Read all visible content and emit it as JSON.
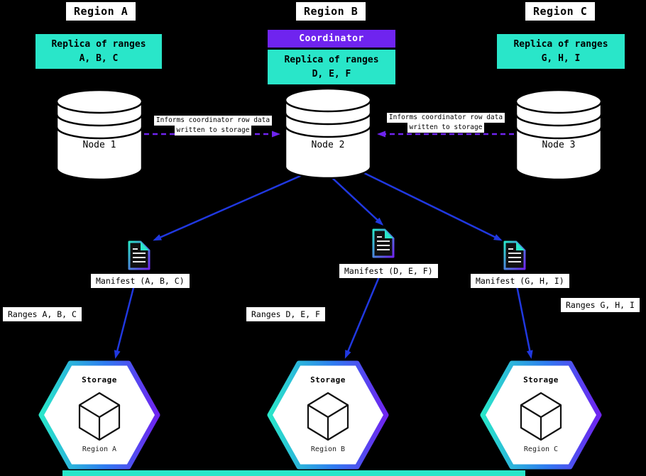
{
  "colors": {
    "background": "#000000",
    "cyan": "#29e6c9",
    "purple": "#6f24ef",
    "blue": "#2038e0"
  },
  "coordinator": {
    "label": "Coordinator"
  },
  "informs_note": {
    "line1": "Informs coordinator row data",
    "line2": "written to storage"
  },
  "regions": [
    {
      "title": "Region A",
      "replica_title": "Replica of ranges",
      "replica_ranges": "A, B, C",
      "node_label": "Node 1",
      "manifest_label": "Manifest (A, B, C)",
      "ranges_label": "Ranges A, B, C",
      "storage_label": "Storage",
      "storage_region": "Region A"
    },
    {
      "title": "Region B",
      "replica_title": "Replica of ranges",
      "replica_ranges": "D, E, F",
      "node_label": "Node 2",
      "manifest_label": "Manifest (D, E, F)",
      "ranges_label": "Ranges D, E, F",
      "storage_label": "Storage",
      "storage_region": "Region B"
    },
    {
      "title": "Region C",
      "replica_title": "Replica of ranges",
      "replica_ranges": "G, H, I",
      "node_label": "Node 3",
      "manifest_label": "Manifest (G, H, I)",
      "ranges_label": "Ranges G, H, I",
      "storage_label": "Storage",
      "storage_region": "Region C"
    }
  ]
}
